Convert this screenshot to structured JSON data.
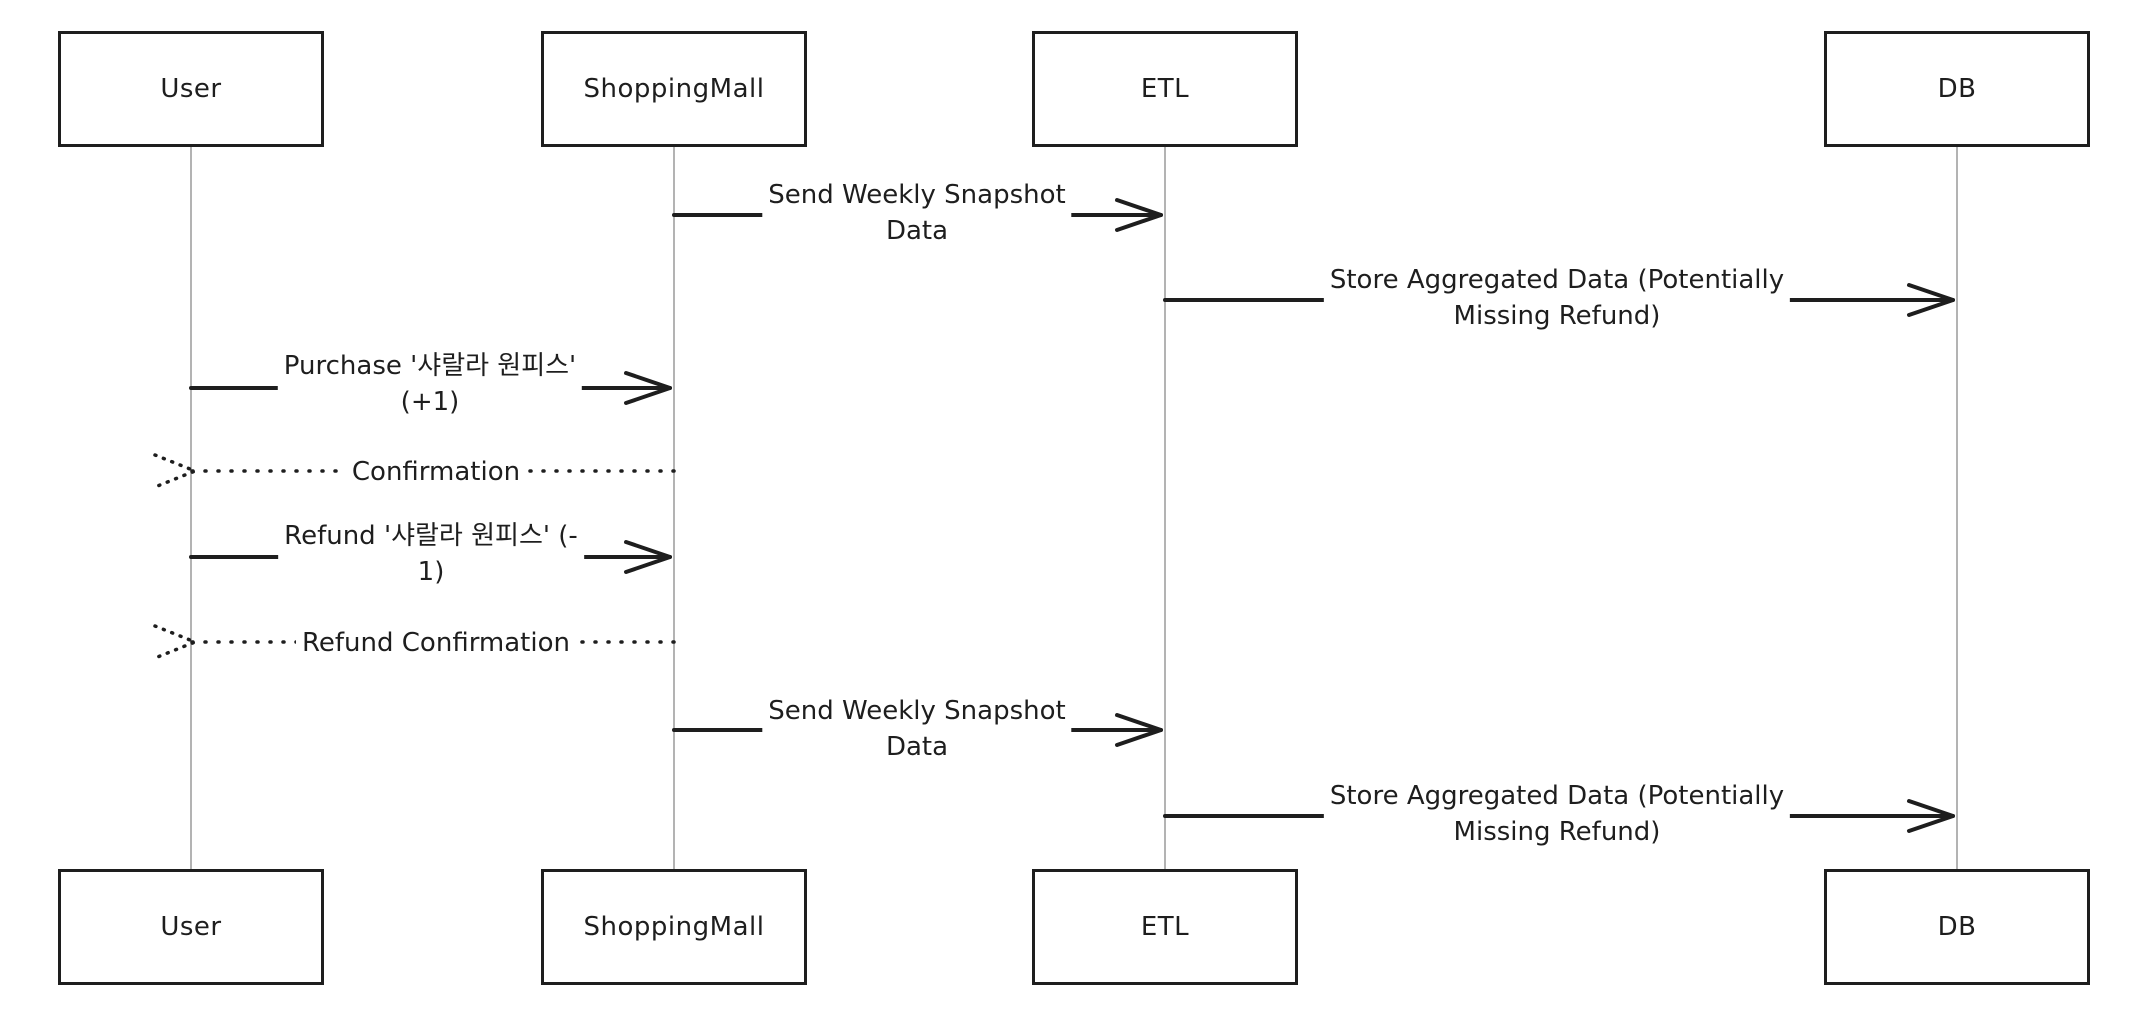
{
  "actors": [
    {
      "id": "user",
      "label": "User"
    },
    {
      "id": "shoppingmall",
      "label": "ShoppingMall"
    },
    {
      "id": "etl",
      "label": "ETL"
    },
    {
      "id": "db",
      "label": "DB"
    }
  ],
  "messages": [
    {
      "from": "ShoppingMall",
      "to": "ETL",
      "style": "solid",
      "lines": [
        "Send Weekly Snapshot",
        "Data"
      ]
    },
    {
      "from": "ETL",
      "to": "DB",
      "style": "solid",
      "lines": [
        "Store Aggregated Data (Potentially",
        "Missing Refund)"
      ]
    },
    {
      "from": "User",
      "to": "ShoppingMall",
      "style": "solid",
      "lines": [
        "Purchase '샤랄라 원피스'",
        "(+1)"
      ]
    },
    {
      "from": "ShoppingMall",
      "to": "User",
      "style": "dotted",
      "lines": [
        "Confirmation"
      ]
    },
    {
      "from": "User",
      "to": "ShoppingMall",
      "style": "solid",
      "lines": [
        "Refund '샤랄라 원피스' (-",
        "1)"
      ]
    },
    {
      "from": "ShoppingMall",
      "to": "User",
      "style": "dotted",
      "lines": [
        "Refund Confirmation"
      ]
    },
    {
      "from": "ShoppingMall",
      "to": "ETL",
      "style": "solid",
      "lines": [
        "Send Weekly Snapshot",
        "Data"
      ]
    },
    {
      "from": "ETL",
      "to": "DB",
      "style": "solid",
      "lines": [
        "Store Aggregated Data (Potentially",
        "Missing Refund)"
      ]
    }
  ],
  "colors": {
    "stroke": "#1e1e1e",
    "lifeline": "#9a9a9a",
    "background": "#ffffff"
  }
}
